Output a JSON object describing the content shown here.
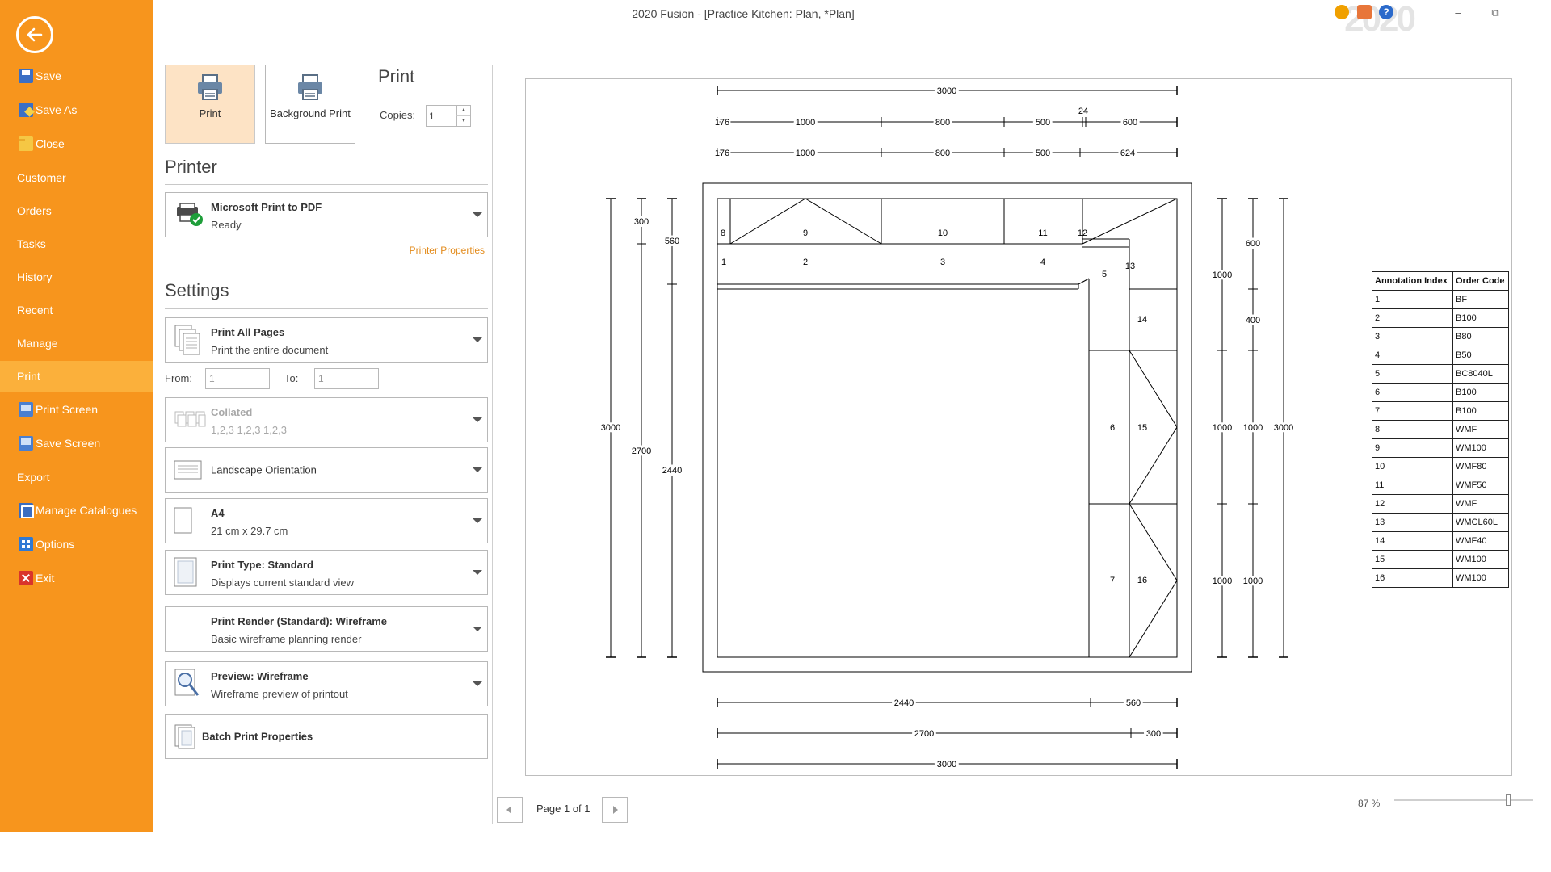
{
  "window": {
    "title": "2020 Fusion - [Practice Kitchen: Plan, *Plan]",
    "brand": "2020",
    "controls": {
      "minimize": "–",
      "restore": "⧉",
      "close": ""
    }
  },
  "sidebar": {
    "items": [
      {
        "label": "Save",
        "icon": "save-icon"
      },
      {
        "label": "Save As",
        "icon": "save-as-icon"
      },
      {
        "label": "Close",
        "icon": "folder-close-icon"
      },
      {
        "label": "Customer"
      },
      {
        "label": "Orders"
      },
      {
        "label": "Tasks"
      },
      {
        "label": "History"
      },
      {
        "label": "Recent"
      },
      {
        "label": "Manage"
      },
      {
        "label": "Print",
        "active": true
      },
      {
        "label": "Print Screen",
        "icon": "print-screen-icon"
      },
      {
        "label": "Save Screen",
        "icon": "save-screen-icon"
      },
      {
        "label": "Export"
      },
      {
        "label": "Manage Catalogues",
        "icon": "catalogues-icon"
      },
      {
        "label": "Options",
        "icon": "options-icon"
      },
      {
        "label": "Exit",
        "icon": "exit-icon"
      }
    ]
  },
  "print": {
    "print_button": "Print",
    "background_print_button": "Background Print",
    "heading": "Print",
    "copies_label": "Copies:",
    "copies_value": "1"
  },
  "printer": {
    "heading": "Printer",
    "name": "Microsoft Print to PDF",
    "status": "Ready",
    "properties_link": "Printer Properties"
  },
  "settings": {
    "heading": "Settings",
    "pages_title": "Print All Pages",
    "pages_sub": "Print the entire document",
    "from_label": "From:",
    "from_value": "1",
    "to_label": "To:",
    "to_value": "1",
    "collated_title": "Collated",
    "collated_sub": "1,2,3   1,2,3   1,2,3",
    "orientation": "Landscape Orientation",
    "paper_title": "A4",
    "paper_sub": "21 cm x 29.7 cm",
    "printtype_title": "Print Type: Standard",
    "printtype_sub": "Displays current standard view",
    "render_title": "Print Render (Standard): Wireframe",
    "render_sub": "Basic wireframe planning render",
    "preview_title": "Preview: Wireframe",
    "preview_sub": "Wireframe preview of printout",
    "batch": "Batch Print Properties"
  },
  "preview": {
    "page_indicator": "Page 1 of 1",
    "zoom": "87 %",
    "zoom_fraction": 0.82
  },
  "plan": {
    "top_dims": {
      "row1": [
        "3000"
      ],
      "row2": [
        "176",
        "1000",
        "800",
        "500",
        "24",
        "600"
      ],
      "row3": [
        "176",
        "1000",
        "800",
        "500",
        "624"
      ]
    },
    "left_dims": [
      "300",
      "560",
      "3000",
      "2700",
      "2440"
    ],
    "right_dims": [
      "600",
      "1000",
      "400",
      "1000",
      "1000",
      "3000",
      "1000",
      "1000"
    ],
    "bottom_dims": [
      "2440",
      "560",
      "2700",
      "300",
      "3000"
    ],
    "cabinet_labels": [
      "8",
      "9",
      "10",
      "11",
      "12",
      "1",
      "2",
      "3",
      "4",
      "5",
      "13",
      "14",
      "6",
      "15",
      "7",
      "16"
    ]
  },
  "annotation_table": {
    "headers": [
      "Annotation Index",
      "Order Code"
    ],
    "rows": [
      [
        "1",
        "BF"
      ],
      [
        "2",
        "B100"
      ],
      [
        "3",
        "B80"
      ],
      [
        "4",
        "B50"
      ],
      [
        "5",
        "BC8040L"
      ],
      [
        "6",
        "B100"
      ],
      [
        "7",
        "B100"
      ],
      [
        "8",
        "WMF"
      ],
      [
        "9",
        "WM100"
      ],
      [
        "10",
        "WMF80"
      ],
      [
        "11",
        "WMF50"
      ],
      [
        "12",
        "WMF"
      ],
      [
        "13",
        "WMCL60L"
      ],
      [
        "14",
        "WMF40"
      ],
      [
        "15",
        "WM100"
      ],
      [
        "16",
        "WM100"
      ]
    ]
  },
  "colors": {
    "sidebar": "#f7951d",
    "sidebar_active": "#fbb03b",
    "print_button_active": "#fde3c5",
    "link": "#e38b1b"
  }
}
